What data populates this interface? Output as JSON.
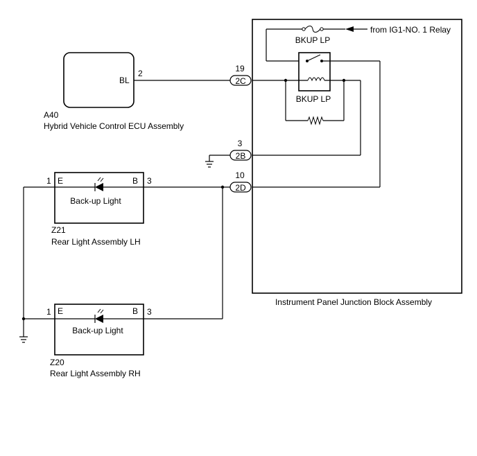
{
  "components": {
    "ecu": {
      "code": "A40",
      "name": "Hybrid Vehicle Control ECU Assembly",
      "terminal_label": "BL",
      "pin": "2"
    },
    "junction_block": {
      "name": "Instrument Panel Junction Block Assembly",
      "source": "from IG1-NO. 1 Relay",
      "fuse_label": "BKUP LP",
      "relay_label": "BKUP LP"
    },
    "connectors": [
      {
        "pin": "19",
        "id": "2C"
      },
      {
        "pin": "3",
        "id": "2B"
      },
      {
        "pin": "10",
        "id": "2D"
      }
    ],
    "lamp_lh": {
      "code": "Z21",
      "name": "Rear Light Assembly LH",
      "lamp": "Back-up Light",
      "pin_e": "1",
      "label_e": "E",
      "label_b": "B",
      "pin_b": "3"
    },
    "lamp_rh": {
      "code": "Z20",
      "name": "Rear Light Assembly RH",
      "lamp": "Back-up Light",
      "pin_e": "1",
      "label_e": "E",
      "label_b": "B",
      "pin_b": "3"
    }
  }
}
